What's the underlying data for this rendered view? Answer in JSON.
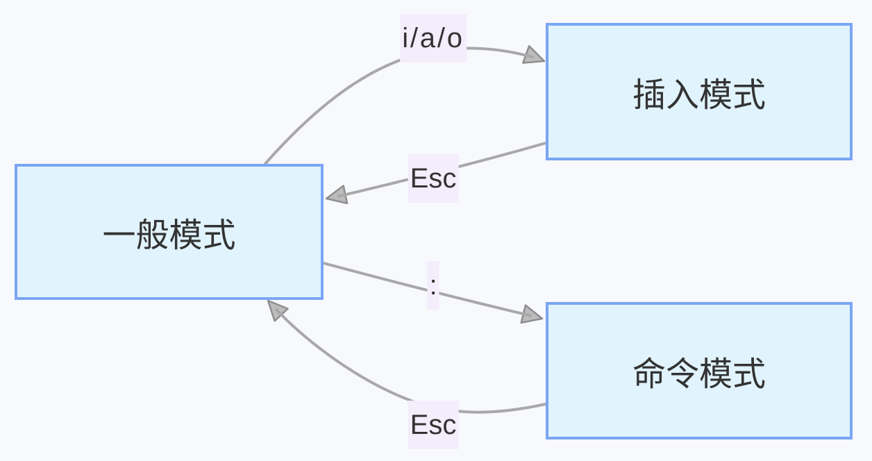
{
  "colors": {
    "background": "#f8f9fc",
    "node-fill": "#e1f3fd",
    "node-border": "#7aa6f3",
    "node-text": "#333333",
    "edge-line": "#a8a8a8",
    "arrowhead-fill": "#b5b5b5",
    "arrowhead-stroke": "#8e8e8e",
    "label-bg": "#f4edfb",
    "label-text": "#333333"
  },
  "diagram": {
    "nodes": [
      {
        "id": "normal",
        "label": "一般模式"
      },
      {
        "id": "insert",
        "label": "插入模式"
      },
      {
        "id": "command",
        "label": "命令模式"
      }
    ],
    "edges": [
      {
        "from": "normal",
        "to": "insert",
        "label": "i/a/o"
      },
      {
        "from": "insert",
        "to": "normal",
        "label": "Esc"
      },
      {
        "from": "normal",
        "to": "command",
        "label": ":"
      },
      {
        "from": "command",
        "to": "normal",
        "label": "Esc"
      }
    ]
  }
}
